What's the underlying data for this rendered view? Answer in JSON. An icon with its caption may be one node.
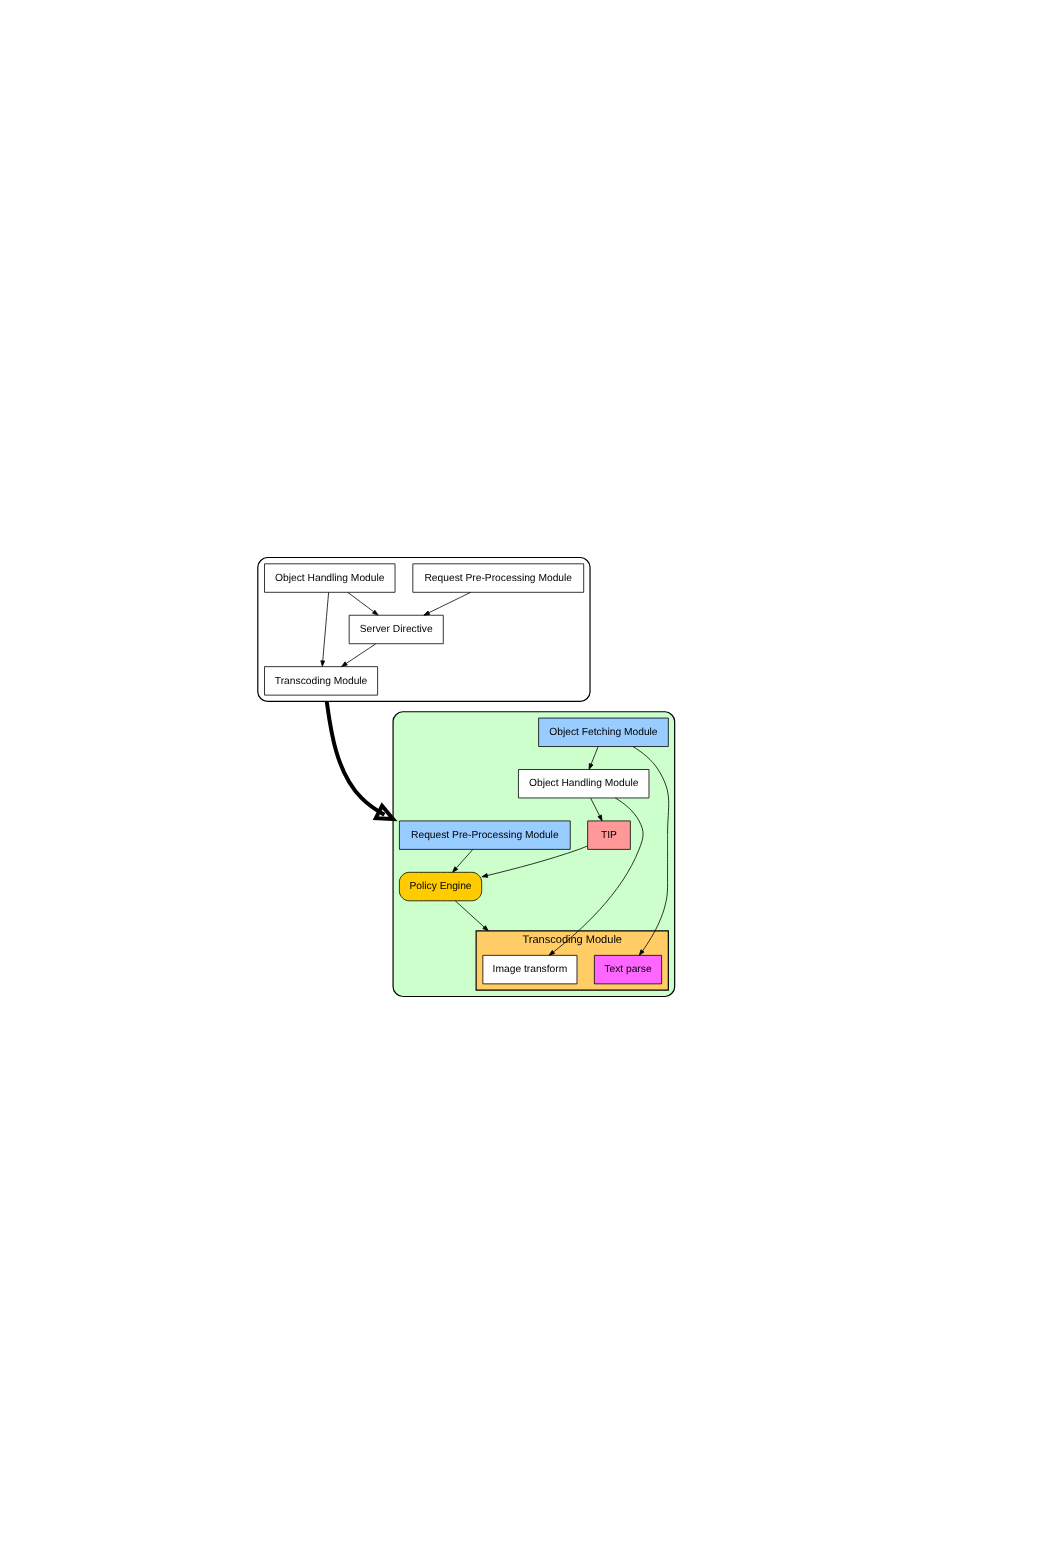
{
  "diagram": {
    "nodes": [
      {
        "text": [],
        "shape": "box"
      },
      {
        "text": [
          "Request Pre-Processing Module"
        ],
        "in": 0
      },
      {
        "text": [
          "Server Directive"
        ],
        "in": 0
      },
      {
        "text": [
          "Transcoding Module"
        ],
        "in": 0
      },
      {
        "text": [
          "Object Handling Module"
        ],
        "in": 0
      },
      {
        "text": [],
        "shape": "box"
      },
      {
        "text": [
          "Request Pre-Processing Module"
        ],
        "in": 5
      },
      {
        "text": [
          "Policy Engine"
        ],
        "in": 5
      },
      {
        "text": [
          "TIP"
        ],
        "in": 5
      },
      {
        "text": [
          "Transcoding Module"
        ],
        "in": 5
      },
      {
        "text": [
          "Image transform"
        ],
        "in": 9
      },
      {
        "text": [
          "Text parse"
        ],
        "in": 9
      },
      {
        "text": [
          "Object Fetching Module"
        ],
        "in": 5
      },
      {
        "text": [
          "Object Handling Module"
        ],
        "in": 5
      }
    ],
    "edges": [
      {
        "from": 1,
        "to": 2,
        "arrow": "to"
      },
      {
        "from": 2,
        "to": 3,
        "arrow": "to"
      },
      {
        "from": 4,
        "to": 2,
        "arrow": "to"
      },
      {
        "from": 4,
        "to": 3,
        "arrow": "to"
      },
      {
        "from": 0,
        "to": 5,
        "arrow": "to",
        "style": "thick"
      },
      {
        "from": 6,
        "to": 7,
        "arrow": "to"
      },
      {
        "from": 8,
        "to": 7,
        "arrow": "to"
      },
      {
        "from": 7,
        "to": 9,
        "arrow": "to"
      },
      {
        "from": 13,
        "to": 8,
        "arrow": "to"
      },
      {
        "from": 13,
        "to": 10,
        "arrow": "to"
      },
      {
        "from": 12,
        "to": 11,
        "arrow": "to"
      },
      {
        "from": 12,
        "to": 13,
        "arrow": "to"
      }
    ]
  }
}
